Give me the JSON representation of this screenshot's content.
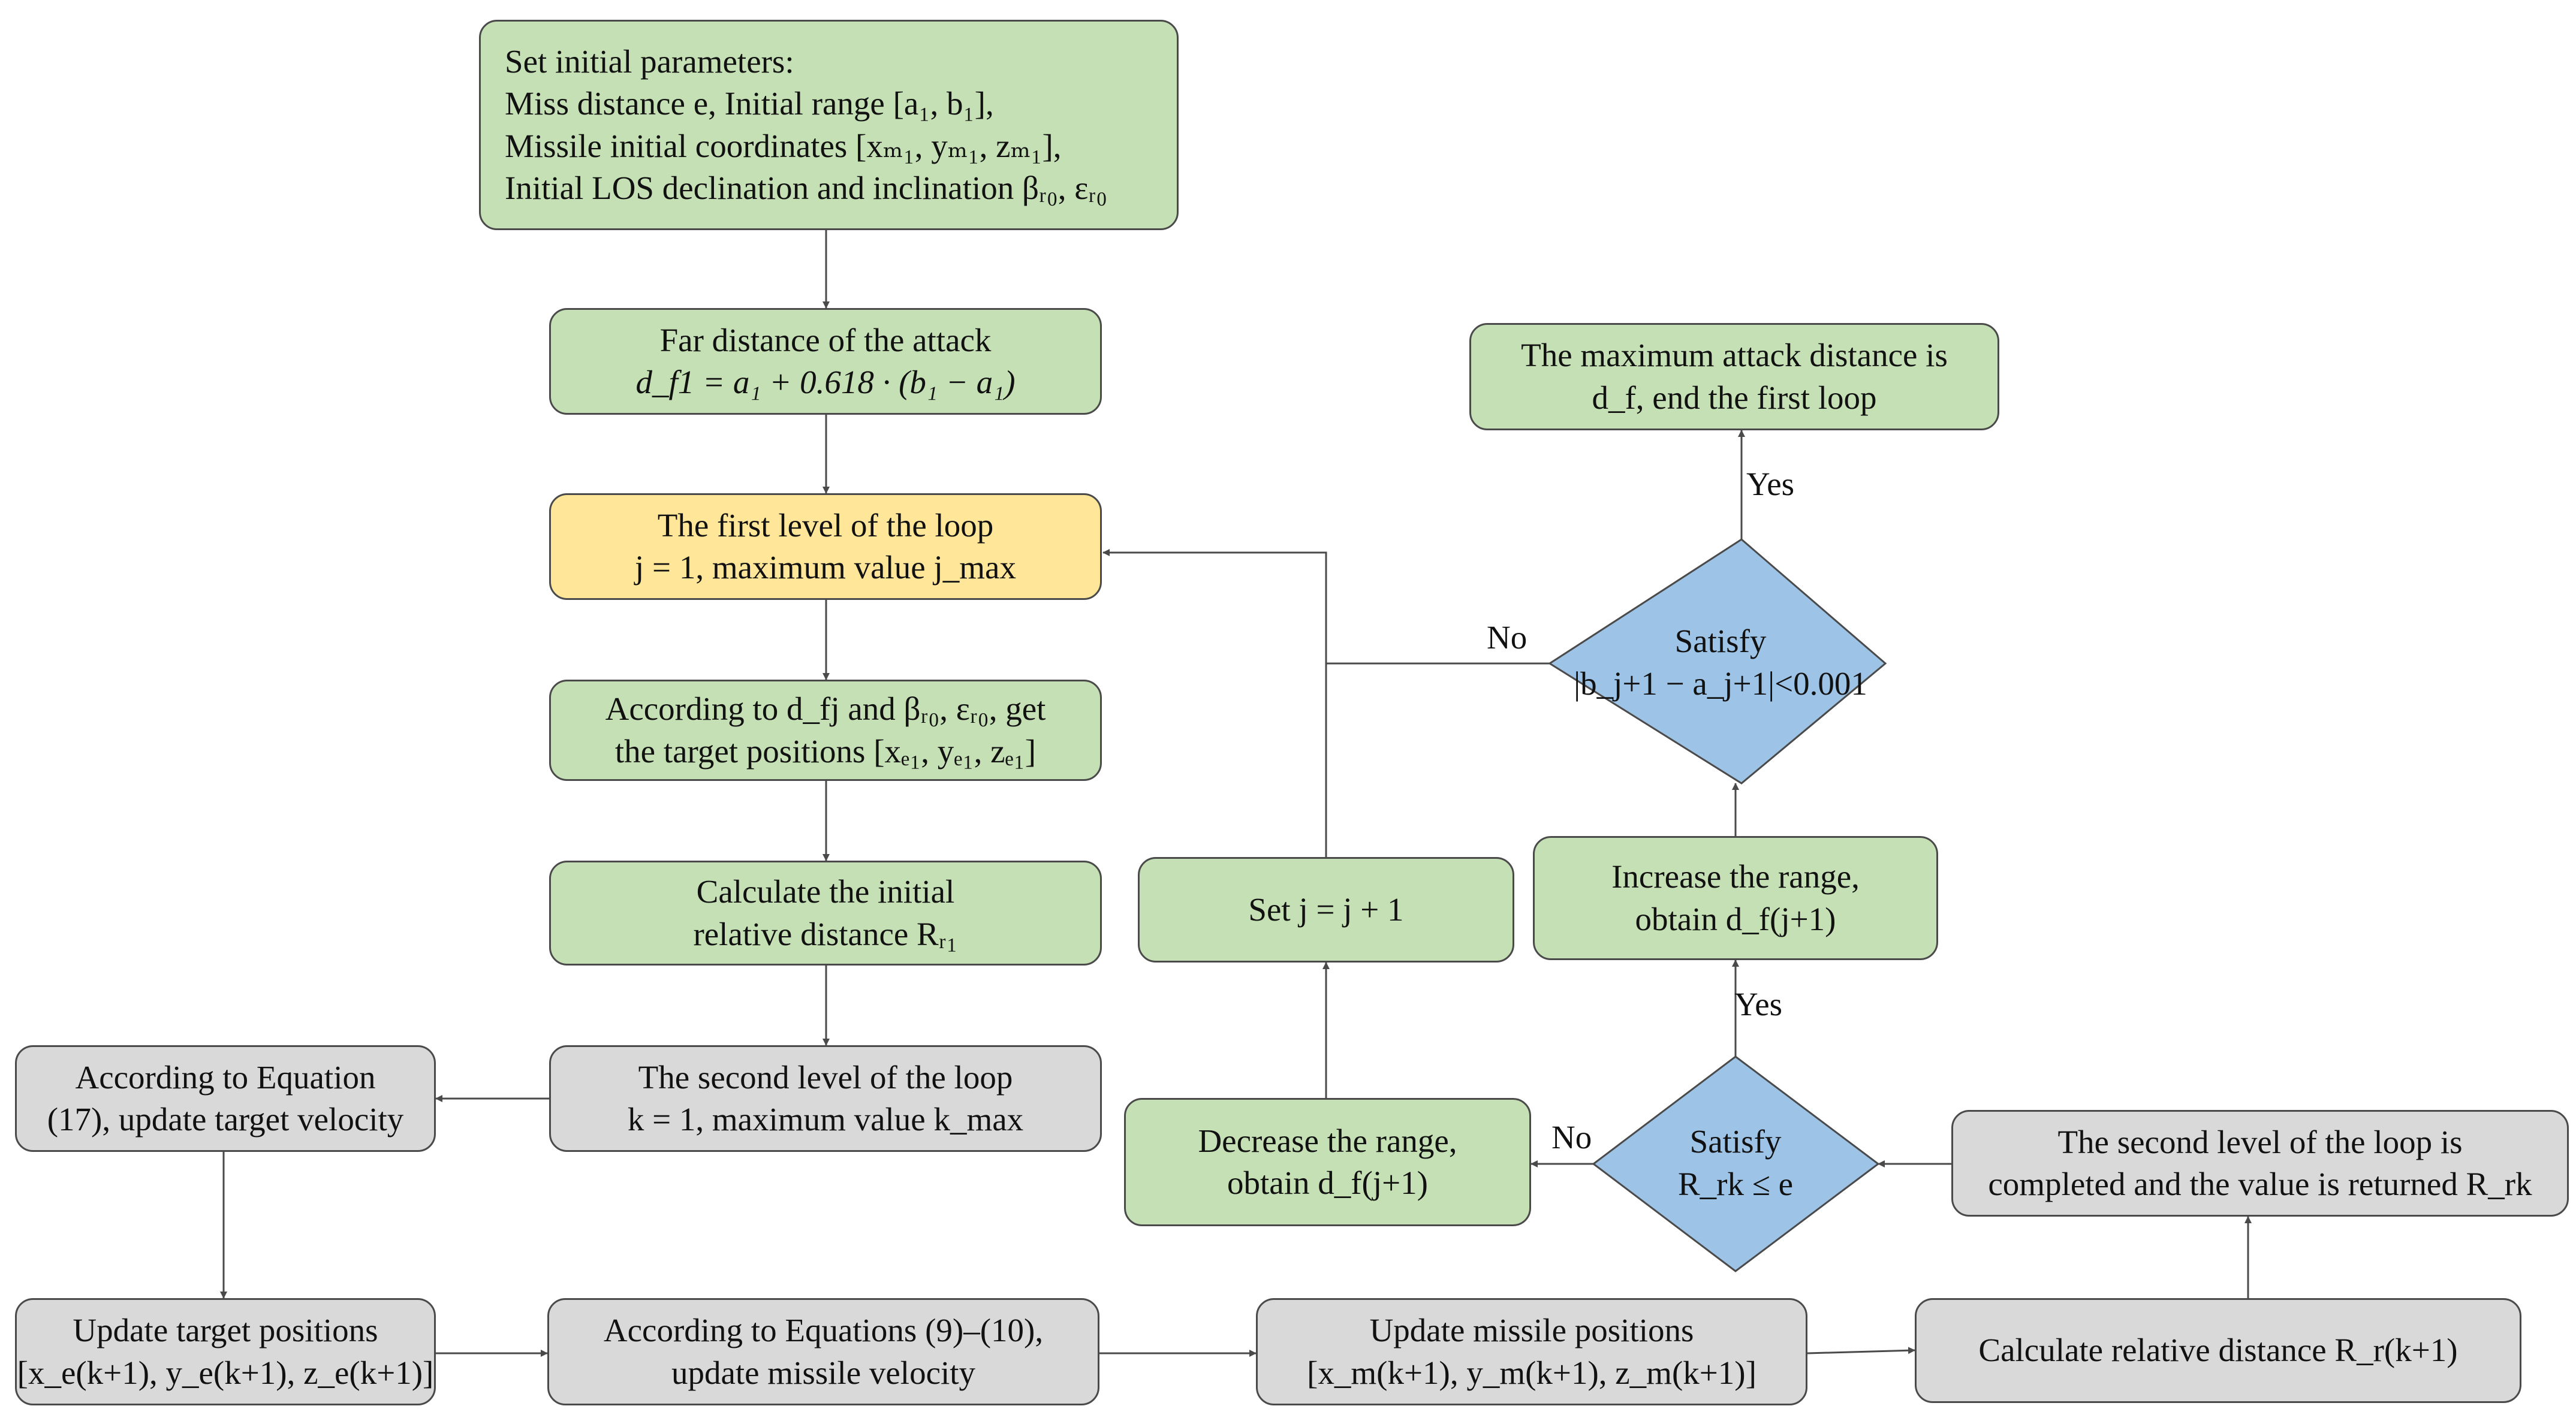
{
  "nodes": {
    "init": {
      "lines": [
        "Set initial parameters:",
        "Miss distance e, Initial range [a₁, b₁],",
        "Missile initial coordinates [xₘ₁, yₘ₁, zₘ₁],",
        "Initial LOS declination and inclination βᵣ₀, εᵣ₀"
      ]
    },
    "far_distance": {
      "lines": [
        "Far distance of the attack",
        "d_f1 = a₁ + 0.618 · (b₁ − a₁)"
      ]
    },
    "first_loop": {
      "lines": [
        "The first level of the loop",
        "j = 1, maximum value j_max"
      ]
    },
    "target_positions": {
      "lines": [
        "According to d_fj and βᵣ₀, εᵣ₀, get",
        "the target positions [xₑ₁, yₑ₁, zₑ₁]"
      ]
    },
    "initial_relative": {
      "lines": [
        "Calculate the initial",
        "relative distance Rᵣ₁"
      ]
    },
    "second_loop": {
      "lines": [
        "The second level of the loop",
        "k = 1, maximum value  k_max"
      ]
    },
    "update_target_velocity": {
      "lines": [
        "According to Equation",
        "(17), update target velocity"
      ]
    },
    "update_target_positions": {
      "lines": [
        "Update target positions",
        "[x_e(k+1), y_e(k+1), z_e(k+1)]"
      ]
    },
    "update_missile_velocity": {
      "lines": [
        "According to Equations (9)–(10),",
        "update missile velocity"
      ]
    },
    "update_missile_positions": {
      "lines": [
        "Update missile positions",
        "[x_m(k+1), y_m(k+1), z_m(k+1)]"
      ]
    },
    "calc_relative": {
      "lines": [
        "Calculate relative distance R_r(k+1)"
      ]
    },
    "second_loop_complete": {
      "lines": [
        "The second level of the loop is",
        "completed and the value is returned R_rk"
      ]
    },
    "satisfy_rrk": {
      "lines": [
        "Satisfy",
        "R_rk ≤ e"
      ]
    },
    "decrease_range": {
      "lines": [
        "Decrease the range,",
        "obtain d_f(j+1)"
      ]
    },
    "increase_range": {
      "lines": [
        "Increase the range,",
        "obtain d_f(j+1)"
      ]
    },
    "set_j": {
      "lines": [
        "Set j = j + 1"
      ]
    },
    "satisfy_bj": {
      "lines": [
        "Satisfy",
        "|b_j+1 − a_j+1|<0.001"
      ]
    },
    "max_attack": {
      "lines": [
        "The maximum attack distance is",
        "d_f, end the first loop"
      ]
    }
  },
  "edge_labels": {
    "yes_top": "Yes",
    "no_top": "No",
    "yes_mid": "Yes",
    "no_mid": "No"
  },
  "colors": {
    "green": "#c5e0b4",
    "yellow": "#ffe699",
    "gray": "#d9d9d9",
    "blue": "#9dc3e6",
    "border": "#4a4a4a"
  }
}
